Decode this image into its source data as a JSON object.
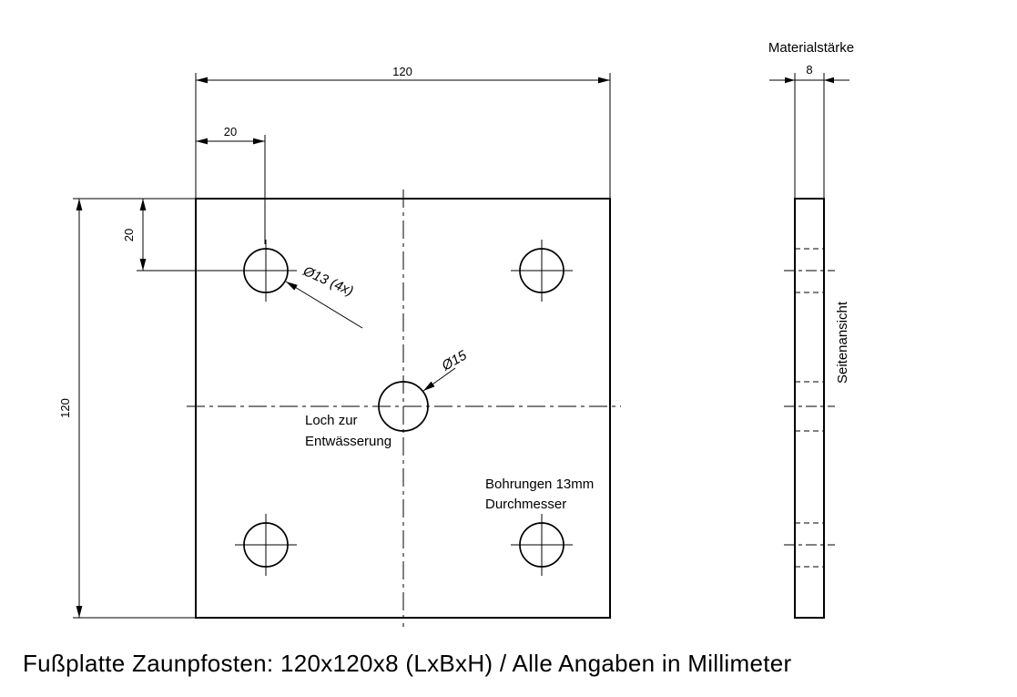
{
  "page": {
    "background": "#ffffff",
    "line_color": "#000000"
  },
  "front_view": {
    "dim_width_top": "120",
    "dim_hole_offset_x": "20",
    "dim_hole_offset_y": "20",
    "dim_height_left": "120",
    "corner_holes_label": "Ø13 (4x)",
    "center_hole_label": "Ø15",
    "drain_note_line1": "Loch zur",
    "drain_note_line2": "Entwässerung",
    "holes_note_line1": "Bohrungen 13mm",
    "holes_note_line2": "Durchmesser"
  },
  "side_view": {
    "header": "Materialstärke",
    "dim_thickness": "8",
    "view_label": "Seitenansicht"
  },
  "caption": "Fußplatte Zaunpfosten: 120x120x8 (LxBxH) / Alle Angaben in Millimeter"
}
